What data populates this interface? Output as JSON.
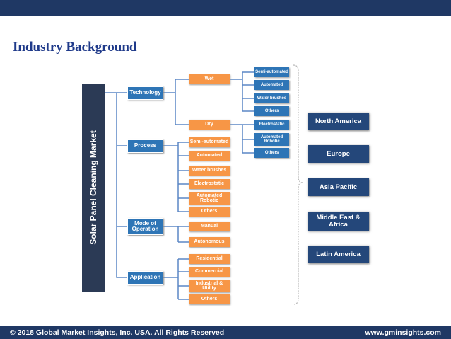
{
  "slide": {
    "title": "Industry Background",
    "footer_left": "© 2018 Global Market Insights, Inc. USA. All Rights Reserved",
    "footer_right": "www.gminsights.com"
  },
  "diagram": {
    "root": "Solar Panel Cleaning Market",
    "technology": {
      "label": "Technology",
      "wet": {
        "label": "Wet",
        "children": [
          "Semi-automated",
          "Automated",
          "Water brushes",
          "Others"
        ]
      },
      "dry": {
        "label": "Dry",
        "children": [
          "Electrostatic",
          "Automated Robotic",
          "Others"
        ]
      }
    },
    "process": {
      "label": "Process",
      "children": [
        "Semi-automated",
        "Automated",
        "Water brushes",
        "Electrostatic",
        "Automated Robotic",
        "Others"
      ]
    },
    "mode": {
      "label": "Mode of Operation",
      "children": [
        "Manual",
        "Autonomous"
      ]
    },
    "application": {
      "label": "Application",
      "children": [
        "Residential",
        "Commercial",
        "Industrial & Utility",
        "Others"
      ]
    },
    "regions": [
      "North America",
      "Europe",
      "Asia Pacific",
      "Middle East & Africa",
      "Latin America"
    ]
  },
  "colors": {
    "header_bar": "#1f3864",
    "category_box": "#2e75b6",
    "orange_box": "#f79646",
    "region_box": "#24477a"
  }
}
